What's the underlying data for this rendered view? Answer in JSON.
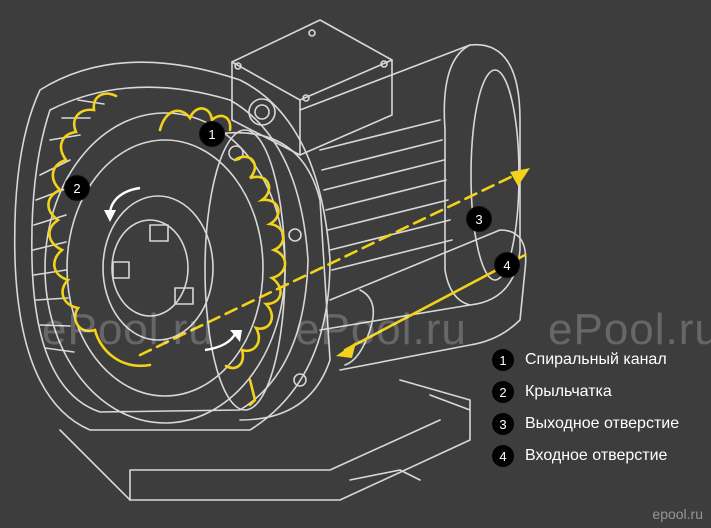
{
  "watermarks": [
    "ePool.ru",
    "ePool.ru",
    "ePool.ru"
  ],
  "corner_watermark": "epool.ru",
  "callouts": [
    {
      "number": "1"
    },
    {
      "number": "2"
    },
    {
      "number": "3"
    },
    {
      "number": "4"
    }
  ],
  "legend": [
    {
      "number": "1",
      "label": "Спиральный канал"
    },
    {
      "number": "2",
      "label": "Крыльчатка"
    },
    {
      "number": "3",
      "label": "Выходное отверстие"
    },
    {
      "number": "4",
      "label": "Входное отверстие"
    }
  ],
  "colors": {
    "background": "#3d3d3d",
    "line_art": "#dcdcdc",
    "airflow": "#f2d21b",
    "badge": "#000000"
  }
}
